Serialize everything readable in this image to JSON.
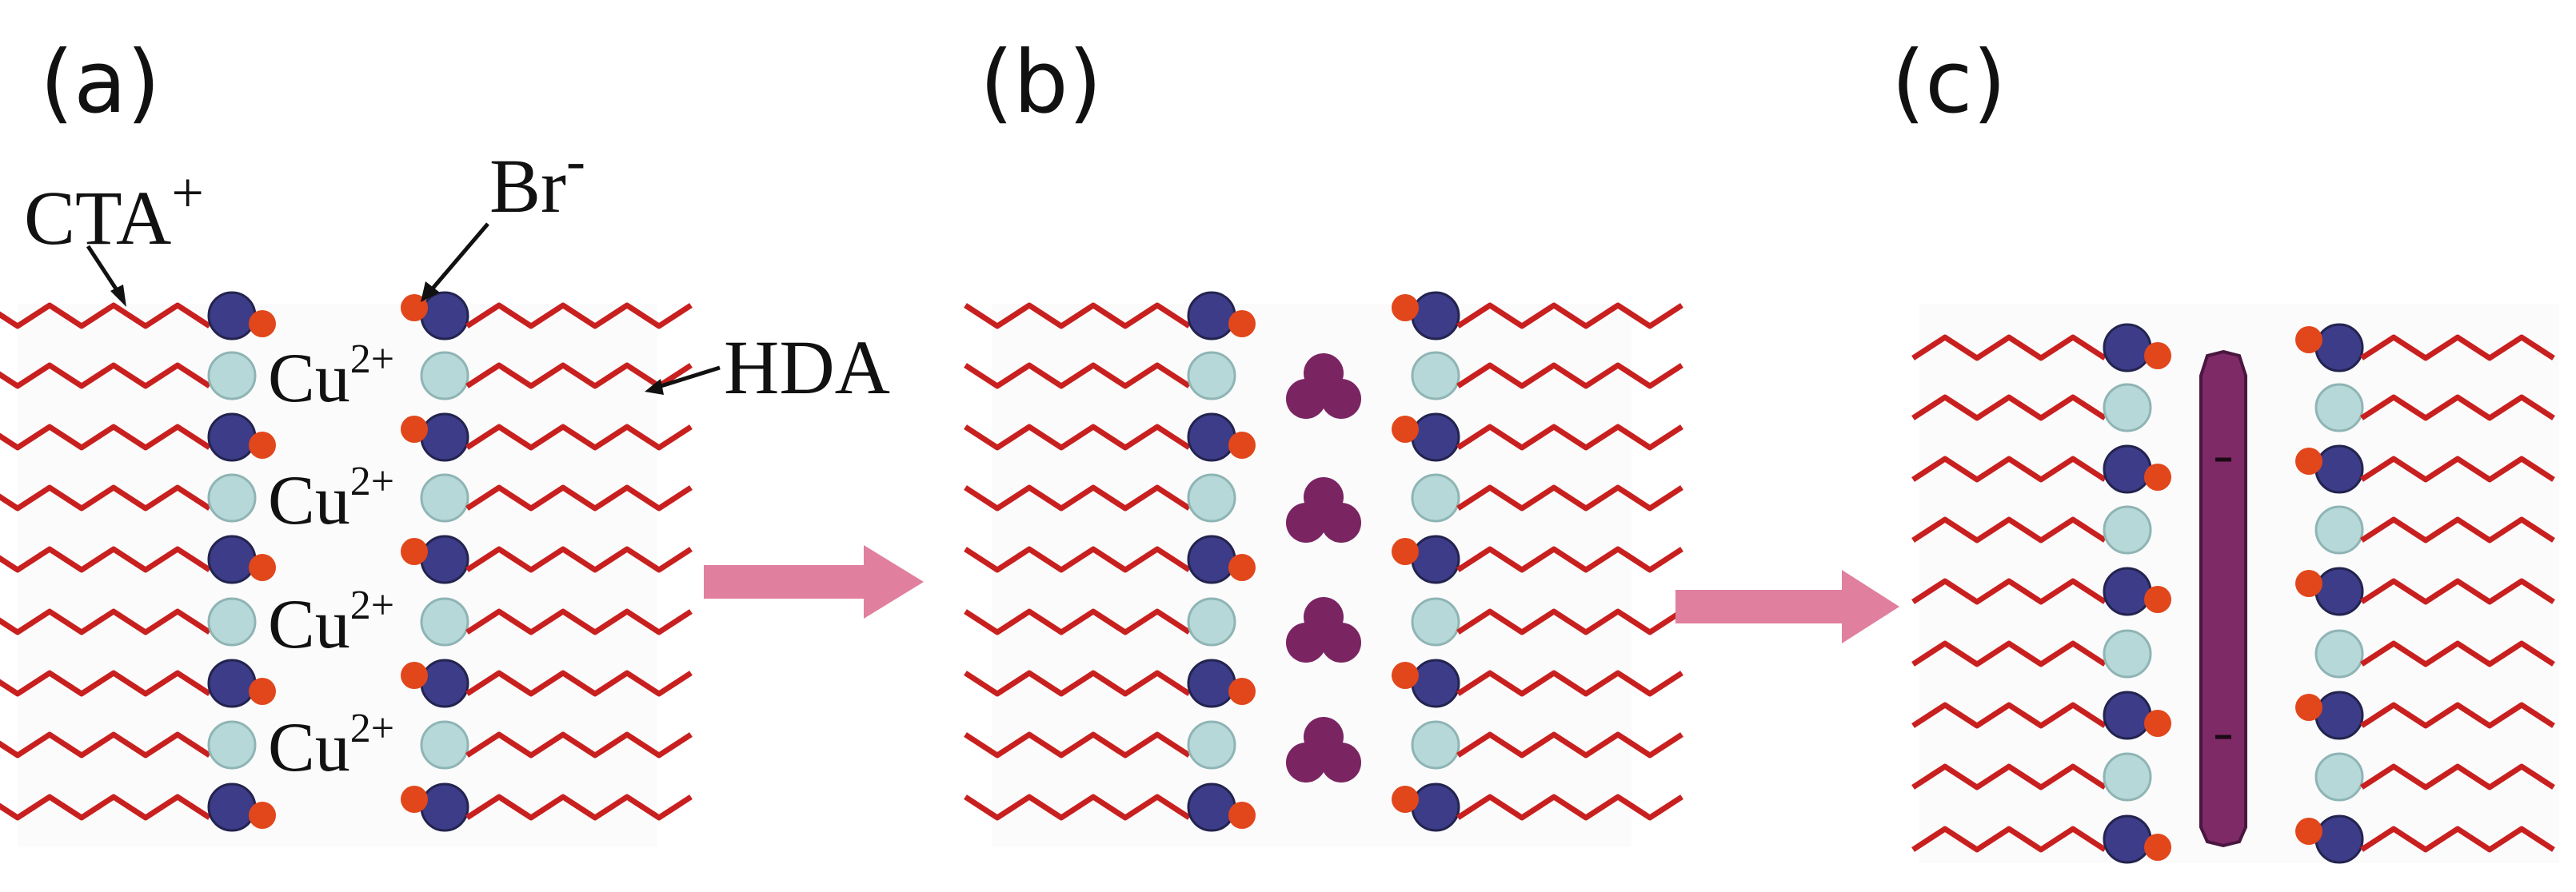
{
  "panels": [
    {
      "id": "a",
      "label": "(a)"
    },
    {
      "id": "b",
      "label": "(b)"
    },
    {
      "id": "c",
      "label": "(c)"
    }
  ],
  "annotations": {
    "cta": {
      "base": "CTA",
      "sup": "+"
    },
    "br": {
      "base": "Br",
      "sup": "-"
    },
    "hda": "HDA",
    "cu": {
      "base": "Cu",
      "sup": "2+"
    }
  },
  "colors": {
    "chain": "#c8201f",
    "head_dark": "#3c3c88",
    "head_light": "#b7d8d8",
    "counter_ion": "#e2461b",
    "cluster": "#7a2462",
    "rod": "#7e2a66",
    "arrow": "#e07f9e"
  },
  "icons": {
    "arrow": "right-arrow-icon",
    "cluster": "trimer-cluster-icon",
    "rod": "nanowire-rod-icon"
  }
}
